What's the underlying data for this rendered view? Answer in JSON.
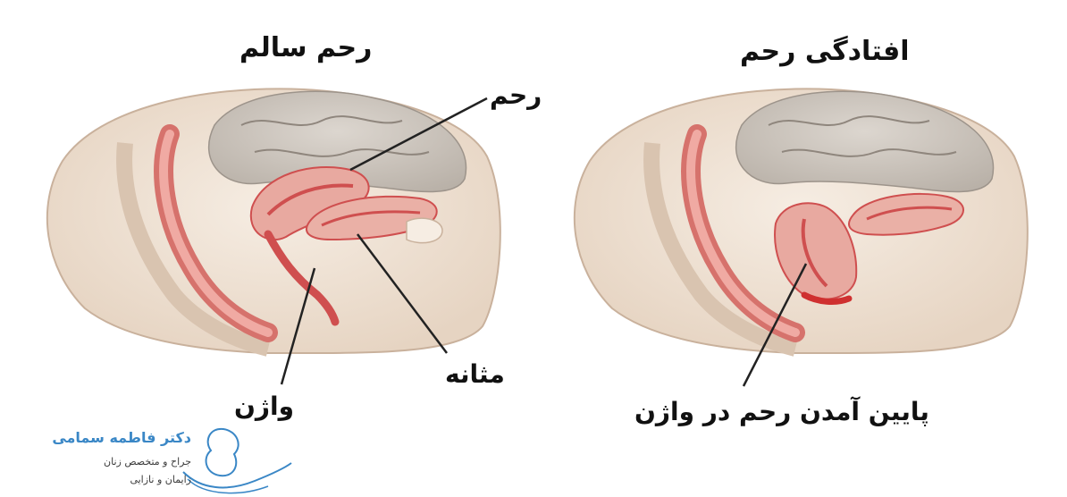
{
  "panels": {
    "left": {
      "title": "رحم سالم"
    },
    "right": {
      "title": "افتادگی رحم"
    }
  },
  "labels": {
    "uterus": "رحم",
    "bladder": "مثانه",
    "vagina": "واژن",
    "prolapse": "پایین آمدن رحم در واژن"
  },
  "logo": {
    "name": "دکتر فاطمه سمامی",
    "line1": "جراح و متخصص زنان",
    "line2": "زایمان و نازایی"
  },
  "colors": {
    "skin": "#efe3d6",
    "intestine": "#cfc8c0",
    "tissue": "#e8a9a0",
    "tissue_dark": "#cf4f4f",
    "logo_blue": "#3a87c6"
  }
}
